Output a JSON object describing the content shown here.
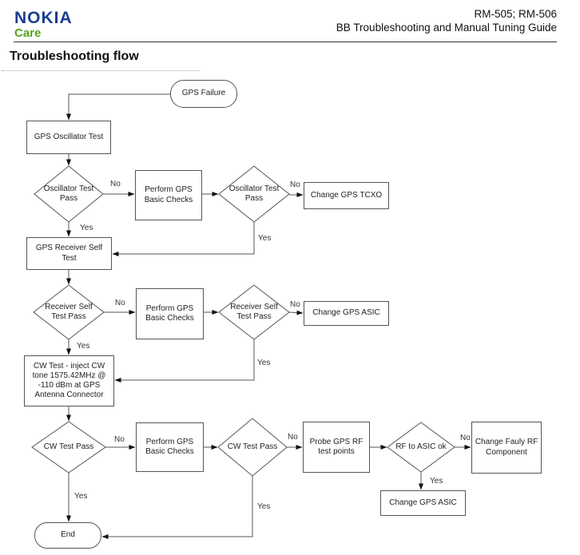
{
  "header": {
    "logo_primary": "NOKIA",
    "logo_secondary": "Care",
    "doc_id": "RM-505; RM-506",
    "doc_subtitle": "BB Troubleshooting and Manual Tuning Guide"
  },
  "page_title": "Troubleshooting flow",
  "colors": {
    "nokia_blue": "#1b3d91",
    "care_green": "#5aa01e",
    "shape_border": "#555555",
    "arrow": "#111111"
  },
  "flow": {
    "start": "GPS Failure",
    "gps_oscillator_test": "GPS Oscillator Test",
    "oscillator_pass_1": "Oscillator Test Pass",
    "perform_checks_1": "Perform GPS Basic Checks",
    "oscillator_pass_2": "Oscillator Test Pass",
    "change_tcxo": "Change GPS TCXO",
    "receiver_self_test": "GPS Receiver Self Test",
    "receiver_pass_1": "Receiver Self Test Pass",
    "perform_checks_2": "Perform GPS Basic Checks",
    "receiver_pass_2": "Receiver Self Test Pass",
    "change_asic_1": "Change GPS ASIC",
    "cw_test": "CW Test - inject CW tone 1575.42MHz @ -110 dBm at GPS Antenna Connector",
    "cw_pass_1": "CW Test Pass",
    "perform_checks_3": "Perform GPS Basic Checks",
    "cw_pass_2": "CW Test Pass",
    "probe_rf": "Probe GPS RF test points",
    "rf_to_asic_ok": "RF to ASIC ok",
    "change_fauly_rf": "Change Fauly RF Component",
    "change_asic_2": "Change GPS ASIC",
    "end": "End",
    "yes": "Yes",
    "no": "No"
  }
}
